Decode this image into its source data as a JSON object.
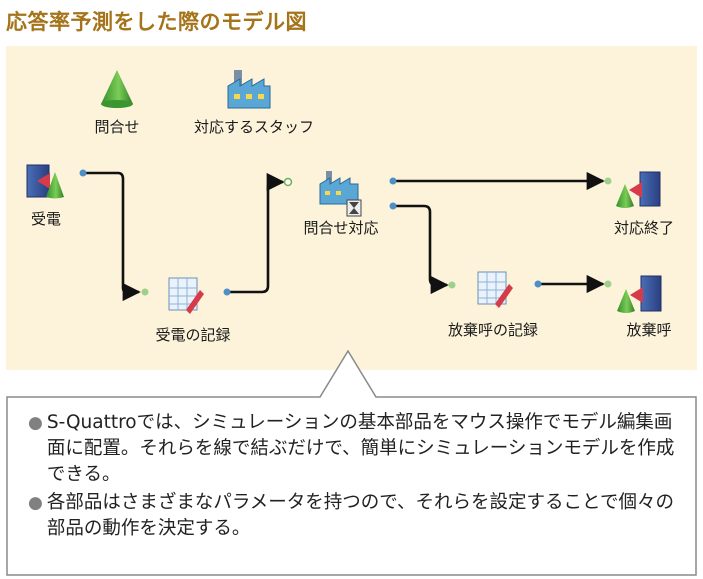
{
  "title": "応答率予測をした際のモデル図",
  "legend": {
    "inquiry_label": "問合せ",
    "staff_label": "対応するスタッフ"
  },
  "nodes": {
    "incoming": "受電",
    "record_call": "受電の記録",
    "handle": "問合せ対応",
    "complete": "対応終了",
    "abandon_record": "放棄呼の記録",
    "abandon": "放棄呼"
  },
  "callout": {
    "bullets": [
      "S-Quattroでは、シミュレーションの基本部品をマウス操作でモデル編集画面に配置。それらを線で結ぶだけで、簡単にシミュレーションモデルを作成できる。",
      "各部品はさまざまなパラメータを持つので、それらを設定することで個々の部品の動作を決定する。"
    ]
  },
  "colors": {
    "title": "#a5731a",
    "panel": "#fcf3da",
    "bullet": "#808080",
    "cone": "#4cae3c",
    "factory": "#5aa7d6"
  }
}
